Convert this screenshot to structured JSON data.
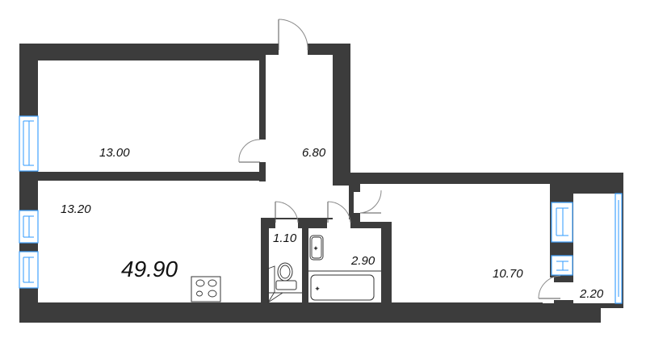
{
  "plan": {
    "type": "apartment-floor-plan",
    "total_area": "49.90",
    "colors": {
      "wall": "#3c3c3c",
      "window": "#3fa2ff",
      "door_arc": "#8a8a8a",
      "background": "#ffffff"
    },
    "rooms": [
      {
        "id": "bedroom",
        "area": "13.00"
      },
      {
        "id": "hallway",
        "area": "6.80"
      },
      {
        "id": "kitchen-living",
        "area": "13.20"
      },
      {
        "id": "toilet",
        "area": "1.10"
      },
      {
        "id": "bathroom",
        "area": "2.90"
      },
      {
        "id": "room-right",
        "area": "10.70"
      },
      {
        "id": "balcony",
        "area": "2.20"
      }
    ],
    "fixtures": [
      "stove-icon",
      "toilet-icon",
      "sink-icon",
      "bathtub-icon"
    ]
  }
}
